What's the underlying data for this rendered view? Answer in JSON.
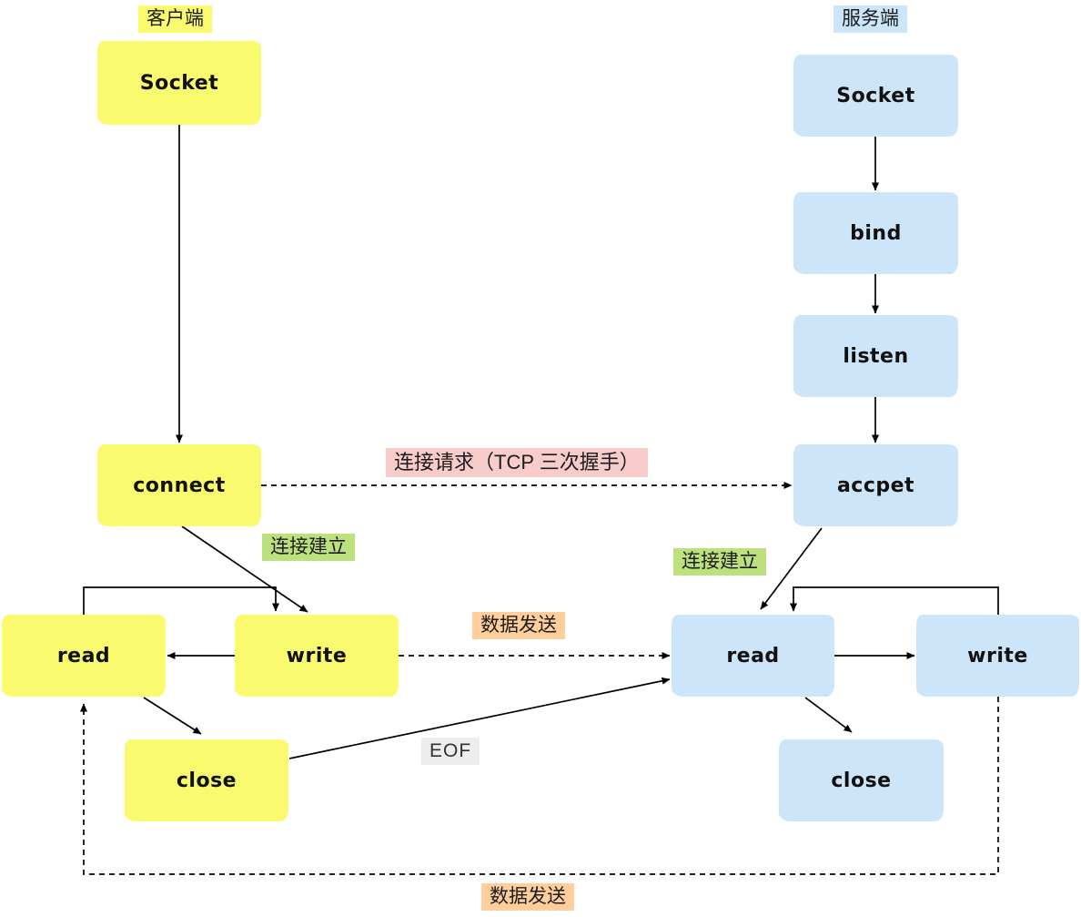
{
  "diagram": {
    "lanes": {
      "client": "客户端",
      "server": "服务端"
    },
    "nodes": {
      "client_socket": "Socket",
      "client_connect": "connect",
      "client_read": "read",
      "client_write": "write",
      "client_close": "close",
      "server_socket": "Socket",
      "server_bind": "bind",
      "server_listen": "listen",
      "server_accept": "accpet",
      "server_read": "read",
      "server_write": "write",
      "server_close": "close"
    },
    "edge_labels": {
      "tcp_handshake": "连接请求（TCP 三次握手）",
      "conn_established_left": "连接建立",
      "conn_established_right": "连接建立",
      "data_send_mid": "数据发送",
      "eof": "EOF",
      "data_send_bottom": "数据发送"
    },
    "colors": {
      "client_fill": "#FAFA6E",
      "server_fill": "#CCE5F8",
      "handshake_bg": "#F9CCCC",
      "established_bg": "#BDE07E",
      "data_bg": "#FFCE9C",
      "eof_bg": "#EDEDED",
      "line_color": "#000000"
    }
  }
}
